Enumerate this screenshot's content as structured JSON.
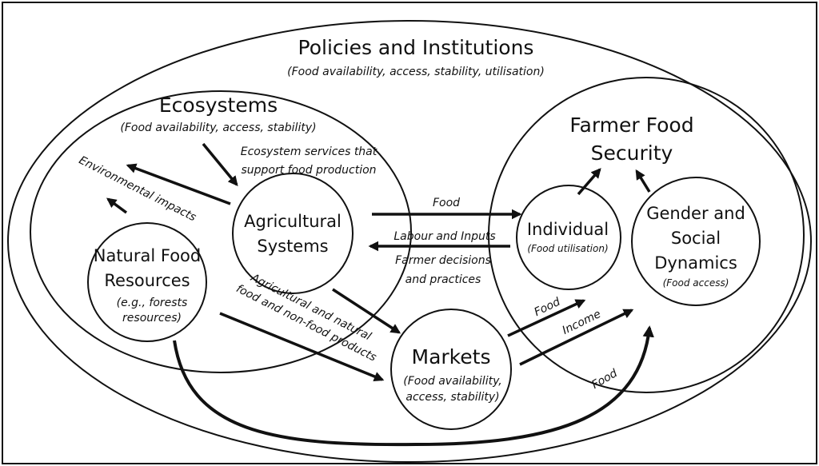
{
  "policies": {
    "title": "Policies and Institutions",
    "subtitle": "(Food availability, access, stability, utilisation)"
  },
  "ecosystems": {
    "title": "Ecosystems",
    "subtitle": "(Food availability, access, stability)"
  },
  "farmer_food_security": {
    "title_line1": "Farmer Food",
    "title_line2": "Security"
  },
  "agricultural_systems": {
    "line1": "Agricultural",
    "line2": "Systems"
  },
  "natural_food_resources": {
    "line1": "Natural Food",
    "line2": "Resources",
    "note_line1": "(e.g., forests",
    "note_line2": "resources)"
  },
  "markets": {
    "title": "Markets",
    "note_line1": "(Food availability,",
    "note_line2": "access, stability)"
  },
  "individual": {
    "title": "Individual",
    "note": "(Food utilisation)"
  },
  "gender": {
    "line1": "Gender and",
    "line2": "Social",
    "line3": "Dynamics",
    "note": "(Food access)"
  },
  "labels": {
    "ecosystem_services_line1": "Ecosystem services that",
    "ecosystem_services_line2": "support food production",
    "environmental_impacts": "Environmental impacts",
    "food_to_individual": "Food",
    "labour_inputs": "Labour and Inputs",
    "farmer_decisions_line1": "Farmer decisions",
    "farmer_decisions_line2": "and practices",
    "ag_products_line1": "Agricultural and natural",
    "ag_products_line2": "food and non-food products",
    "market_food": "Food",
    "market_income": "Income",
    "natural_food": "Food"
  }
}
